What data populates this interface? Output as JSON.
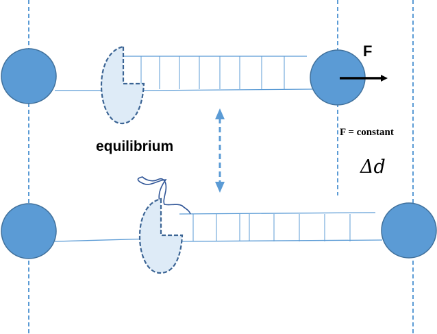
{
  "labels": {
    "force_symbol": "F",
    "force_condition": "F = constant",
    "state_label": "equilibrium",
    "extension_symbol": "Δd"
  },
  "colors": {
    "bead_fill": "#5b9bd5",
    "bead_stroke": "#41719c",
    "dashed_line": "#5b9bd5",
    "protein_fill": "#deebf7",
    "protein_stroke": "#3b6494",
    "dna_strand": "#5b9bd5",
    "arrow": "#000000",
    "text": "#000000",
    "ssdna": "#2f5597"
  },
  "icons": {
    "equilibrium_arrow": "double-headed-dashed-arrow-icon",
    "force_arrow": "right-arrow-icon"
  }
}
